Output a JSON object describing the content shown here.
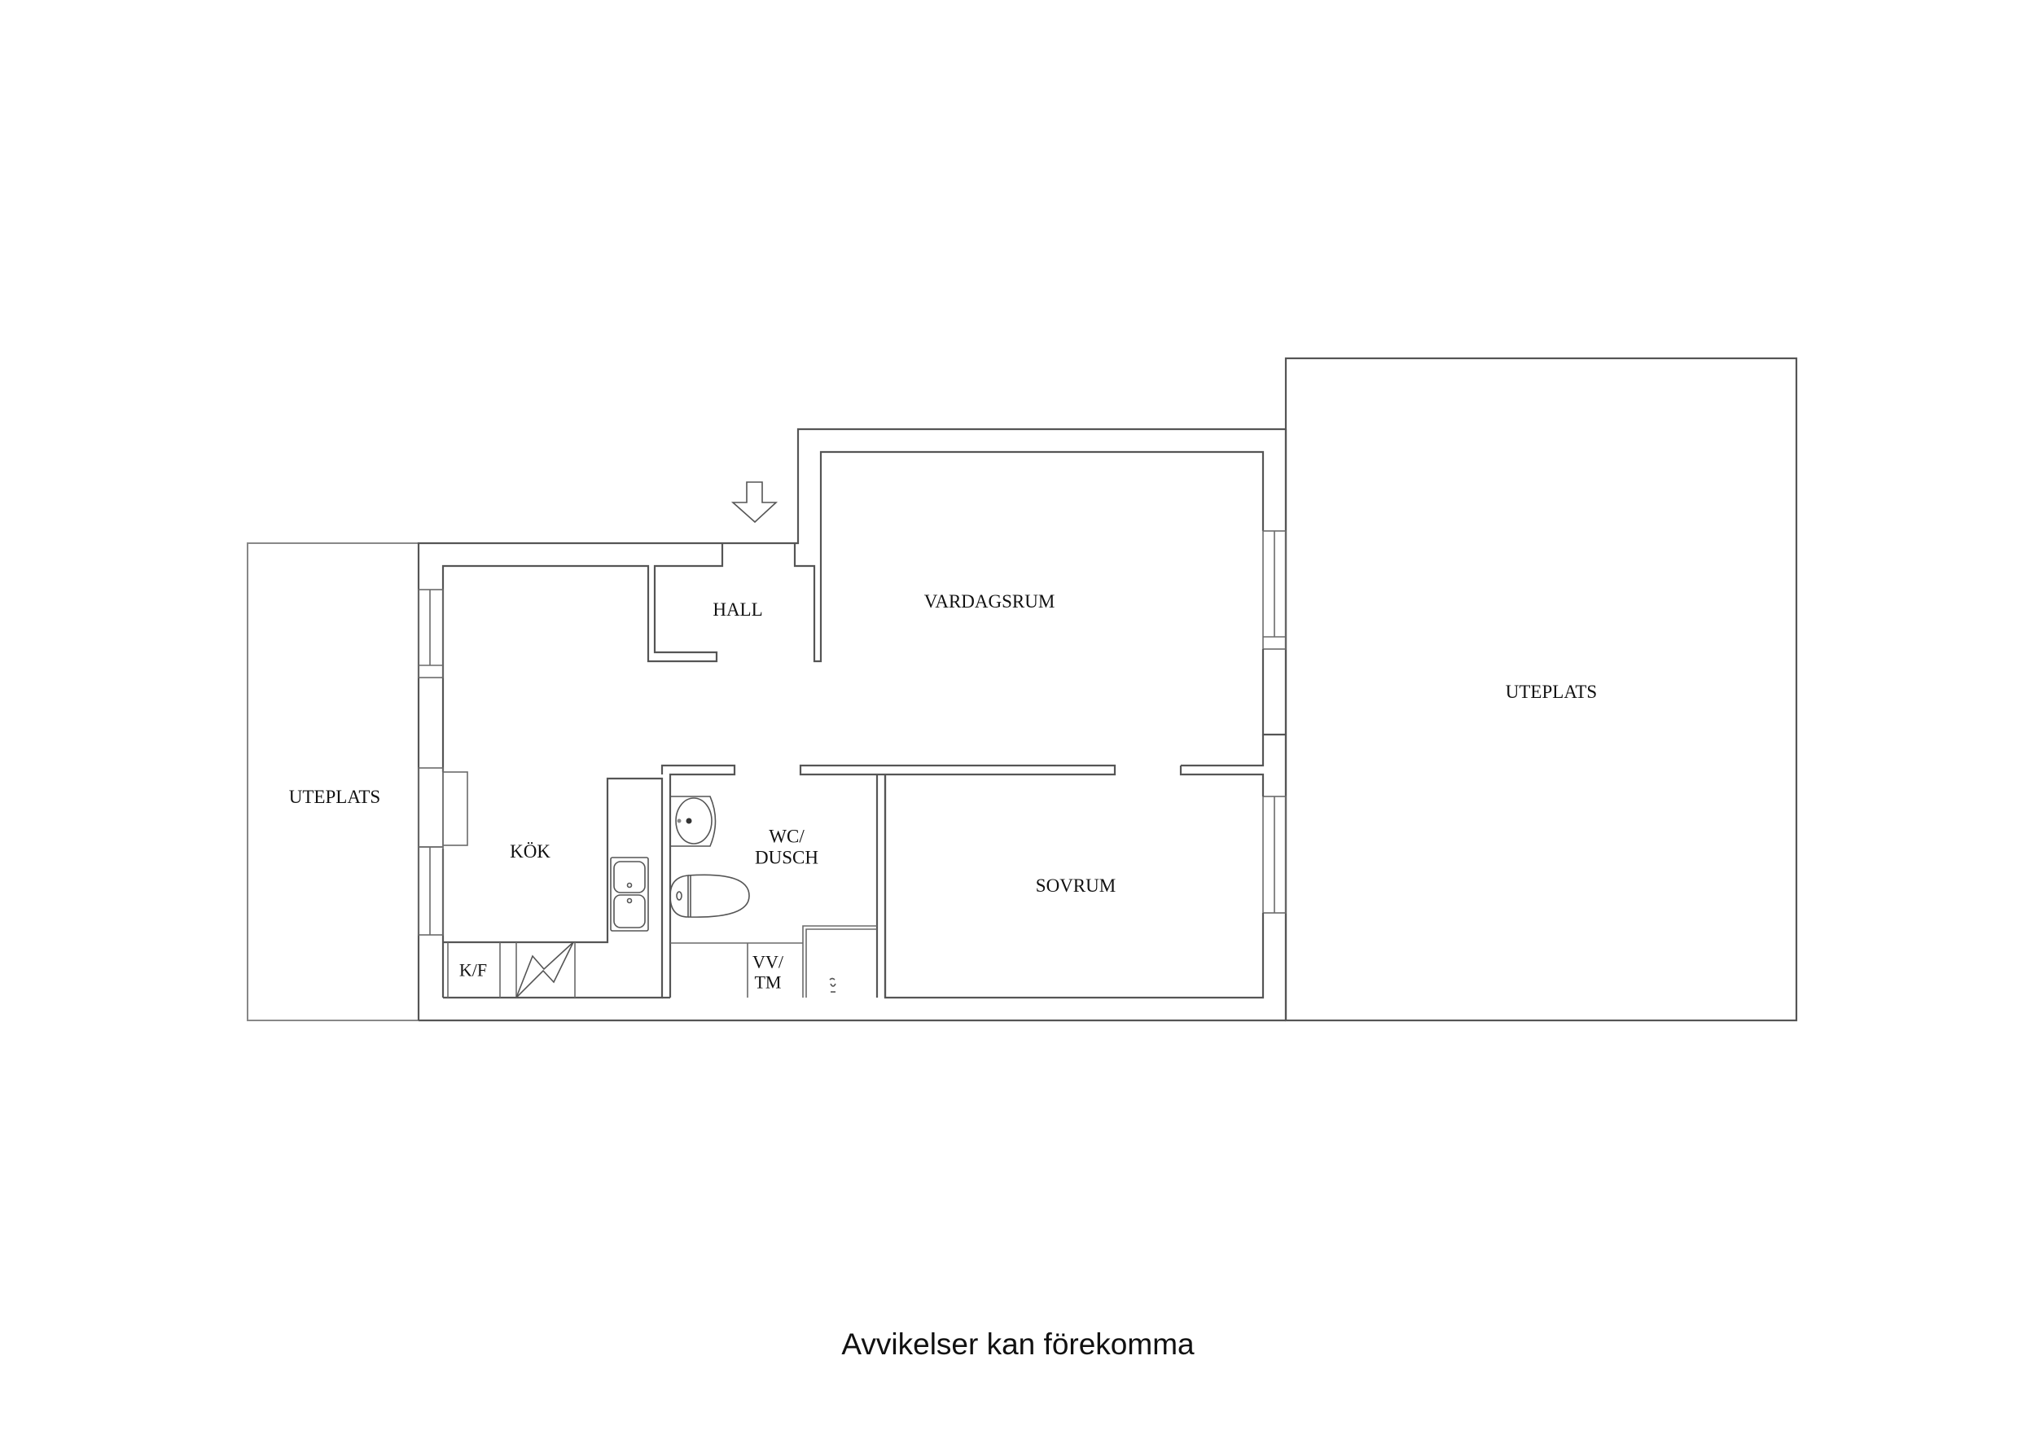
{
  "floorplan": {
    "rooms": {
      "hall": "HALL",
      "vardagsrum": "VARDAGSRUM",
      "kok": "KÖK",
      "wc_dusch_line1": "WC/",
      "wc_dusch_line2": "DUSCH",
      "sovrum": "SOVRUM",
      "uteplats_left": "UTEPLATS",
      "uteplats_right": "UTEPLATS"
    },
    "fixtures": {
      "fridge_freezer": "K/F",
      "water_heater_line1": "VV/",
      "water_heater_line2": "TM"
    },
    "icons": {
      "entrance": "entrance-arrow-icon",
      "stove": "stove-icon",
      "kitchen_sink": "double-sink-icon",
      "washbasin": "washbasin-icon",
      "toilet": "toilet-icon",
      "shower": "shower-icon"
    },
    "colors": {
      "line": "#555555",
      "text": "#111111",
      "background": "#ffffff"
    }
  },
  "footer": {
    "disclaimer": "Avvikelser kan förekomma"
  }
}
